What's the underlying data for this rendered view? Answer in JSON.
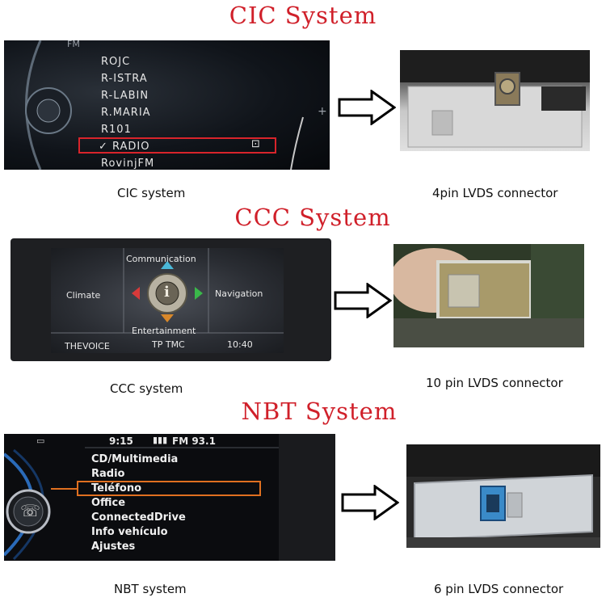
{
  "sections": {
    "cic": {
      "title": "CIC System",
      "caption": "CIC system",
      "connector_caption": "4pin LVDS connector",
      "screen": {
        "top_label": "FM",
        "items": [
          "ROJC",
          "R-ISTRA",
          "R-LABIN",
          "R.MARIA",
          "R101",
          "RADIO",
          "RovinjFM"
        ],
        "selected": "✓ RADIO"
      }
    },
    "ccc": {
      "title": "CCC System",
      "caption": "CCC system",
      "connector_caption": "10 pin LVDS connector",
      "screen": {
        "top": "Communication",
        "left": "Climate",
        "right": "Navigation",
        "bottom": "Entertainment",
        "status_left": "THEVOICE",
        "status_mid": "TP TMC",
        "status_right": "10:40",
        "center_icon": "i"
      }
    },
    "nbt": {
      "title": "NBT System",
      "caption": "NBT system",
      "connector_caption": "6 pin LVDS connector",
      "screen": {
        "time": "9:15",
        "station": "FM 93.1",
        "items": [
          "CD/Multimedia",
          "Radio",
          "Teléfono",
          "Office",
          "ConnectedDrive",
          "Info vehículo",
          "Ajustes"
        ]
      }
    }
  },
  "colors": {
    "title": "#d0202a",
    "selection": "#d8242b",
    "nbt_selection": "#e07020"
  }
}
